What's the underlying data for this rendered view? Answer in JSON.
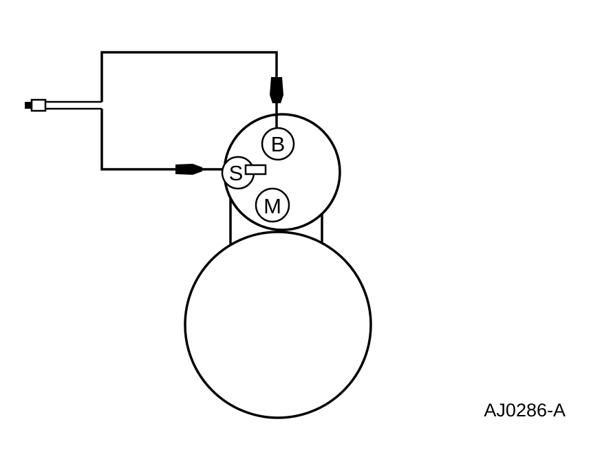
{
  "diagram": {
    "terminals": {
      "b": "B",
      "s": "S",
      "m": "M"
    },
    "figure_id": "AJ0286-A"
  }
}
